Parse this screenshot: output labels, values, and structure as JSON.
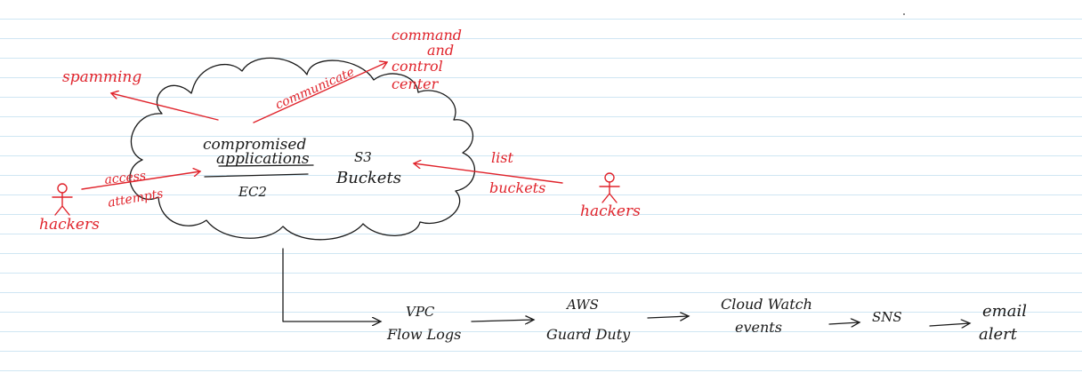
{
  "threats": {
    "spamming": "spamming",
    "communicate": "communicate",
    "c2_line1": "command",
    "c2_line2": "and",
    "c2_line3": "control",
    "c2_line4": "center",
    "access": "access",
    "attempts": "attempts",
    "list": "list",
    "buckets": "buckets",
    "hackers_left": "hackers",
    "hackers_right": "hackers"
  },
  "cloud": {
    "compromised_line1": "compromised",
    "compromised_line2": "applications",
    "ec2": "EC2",
    "s3_line1": "S3",
    "s3_line2": "Buckets"
  },
  "pipeline": {
    "vpc_line1": "VPC",
    "vpc_line2": "Flow Logs",
    "aws_line1": "AWS",
    "aws_line2": "Guard Duty",
    "cw_line1": "Cloud Watch",
    "cw_line2": "events",
    "sns": "SNS",
    "email_line1": "email",
    "email_line2": "alert"
  },
  "colors": {
    "threat_ink": "#e0242c",
    "diagram_ink": "#1a1a1a",
    "ruled_line": "#cfe6f3"
  }
}
